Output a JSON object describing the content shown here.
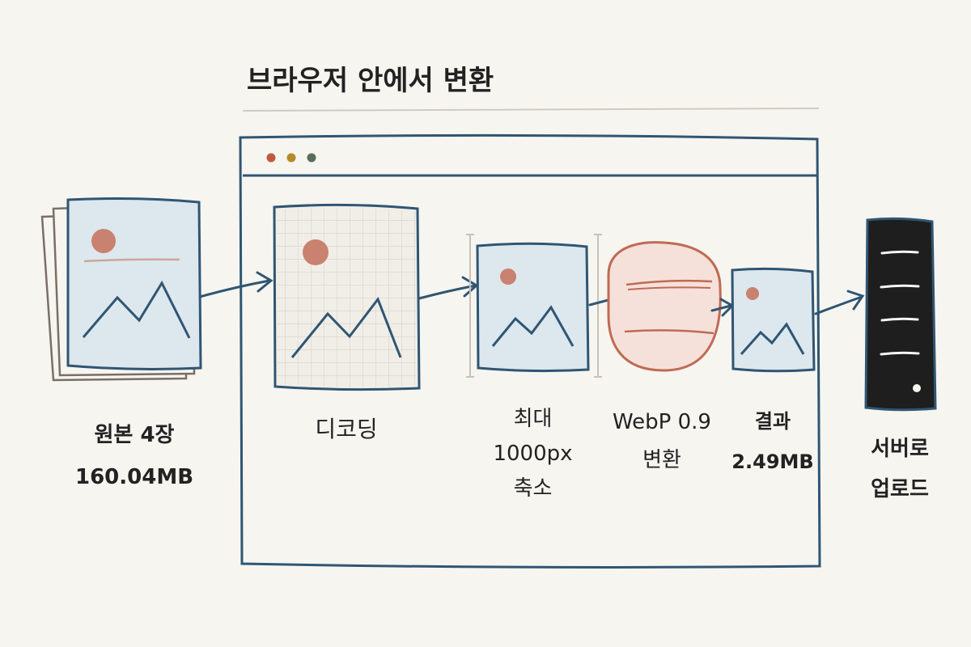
{
  "title": "브라우저 안에서 변환",
  "colors": {
    "background": "#f7f5f0",
    "ink": "#2f5673",
    "panel_fill": "#dde7ee",
    "sun": "#c98270",
    "webp_fill": "#f5e1da",
    "webp_stroke": "#c06a55",
    "server": "#1e1e1e",
    "dot_red": "#c05a3e",
    "dot_yellow": "#b58a2a",
    "dot_green": "#566e5a"
  },
  "steps": {
    "original": {
      "line1": "원본 4장",
      "line2": "160.04MB"
    },
    "decode": {
      "line1": "디코딩"
    },
    "resize": {
      "line1": "최대",
      "line2": "1000px",
      "line3": "축소"
    },
    "convert": {
      "line1": "WebP 0.9",
      "line2": "변환"
    },
    "result": {
      "line1": "결과",
      "line2": "2.49MB"
    },
    "upload": {
      "line1": "서버로",
      "line2": "업로드"
    }
  },
  "icons": {
    "original": "image-stack-icon",
    "decode": "grid-image-icon",
    "resize": "resized-image-icon",
    "convert": "webp-blob-icon",
    "result": "result-image-icon",
    "server": "server-icon",
    "arrows": "arrow-right-icon"
  }
}
